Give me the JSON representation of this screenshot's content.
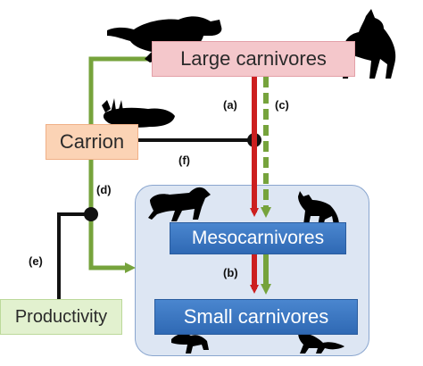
{
  "nodes": {
    "large_carnivores": "Large carnivores",
    "carrion": "Carrion",
    "mesocarnivores": "Mesocarnivores",
    "small_carnivores": "Small carnivores",
    "productivity": "Productivity"
  },
  "edge_labels": {
    "a": "(a)",
    "b": "(b)",
    "c": "(c)",
    "d": "(d)",
    "e": "(e)",
    "f": "(f)"
  },
  "colors": {
    "red_arrow": "#cc1f1f",
    "green_arrow": "#76a33c",
    "black_line": "#111111",
    "large_box": "#f4c7cb",
    "carrion_box": "#fbd3b5",
    "productivity_box": "#e2f1cf",
    "region_fill": "#dde6f3",
    "blue_box": "#3a78c2"
  },
  "icons": [
    "cougar-silhouette",
    "wolf-silhouette",
    "moose-carcass-silhouette",
    "coyote-silhouette",
    "lynx-silhouette",
    "marten-silhouette",
    "fox-silhouette"
  ]
}
